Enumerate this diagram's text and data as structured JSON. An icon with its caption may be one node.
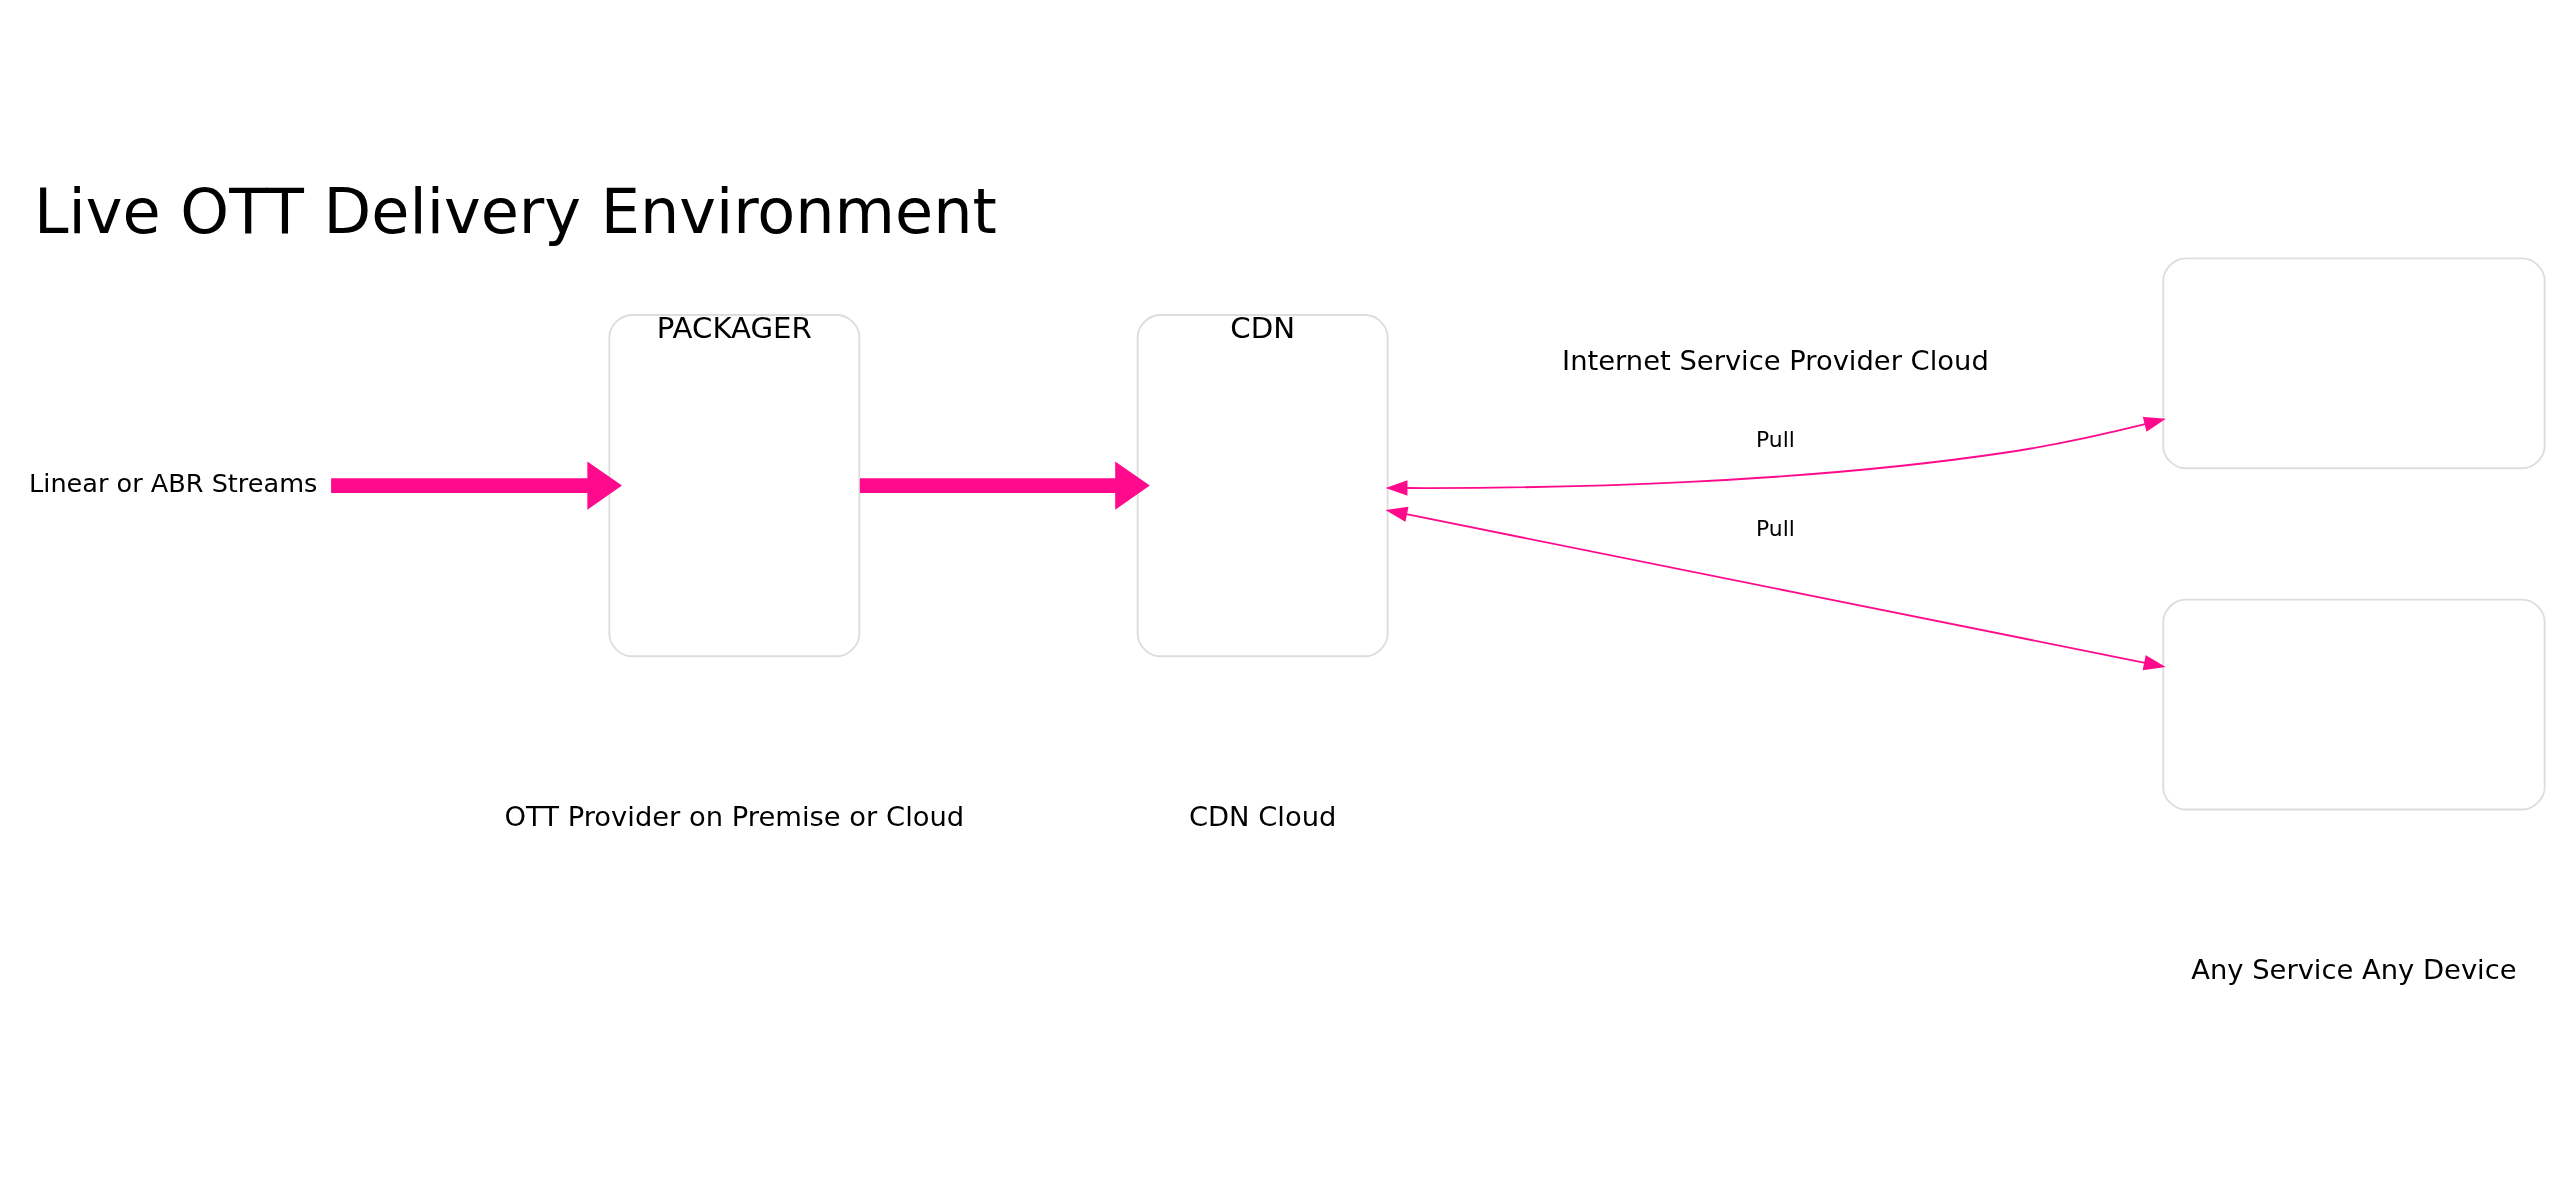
{
  "diagram": {
    "title": "Live OTT Delivery Environment",
    "nodes": [
      {
        "text": [
          "Linear or ABR Streams"
        ]
      },
      {
        "text": [
          "PACKAGER"
        ]
      },
      {
        "text": [
          "CDN"
        ]
      },
      {
        "text": [],
        "shape": "box"
      },
      {
        "text": [],
        "shape": "box"
      }
    ],
    "edges": [
      {
        "from": 0,
        "to": 1,
        "arrow": "to",
        "style": "thick"
      },
      {
        "from": 1,
        "to": 2,
        "arrow": "to",
        "style": "thick"
      },
      {
        "from": 2,
        "to": 3,
        "arrow": "both",
        "label": "Pull"
      },
      {
        "from": 2,
        "to": 4,
        "arrow": "both",
        "label": "Pull"
      }
    ],
    "labels": [
      "OTT Provider on Premise or Cloud",
      "CDN Cloud",
      "Internet Service Provider Cloud",
      "Any Service Any Device"
    ]
  }
}
